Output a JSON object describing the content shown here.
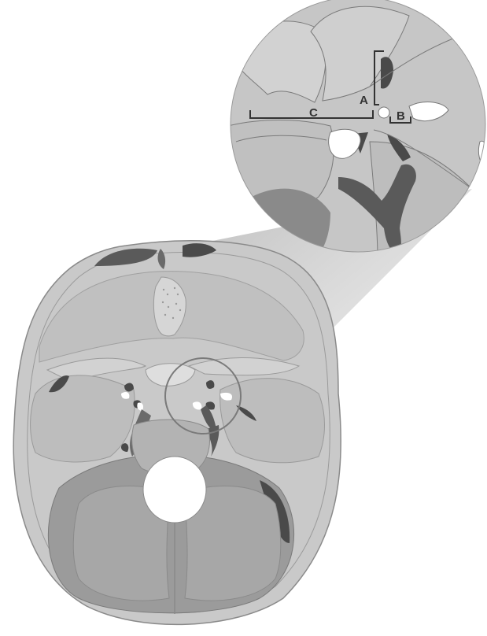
{
  "figure": {
    "colors": {
      "background": "#ffffff",
      "bone_light": "#c9c9c9",
      "bone_mid": "#b5b5b5",
      "fossa_dark": "#9b9b9b",
      "dark_structure": "#5a5a5a",
      "outline": "#8a8a8a",
      "label_ink": "#333333"
    },
    "labels": {
      "a": "A",
      "b": "B",
      "c": "C"
    }
  }
}
